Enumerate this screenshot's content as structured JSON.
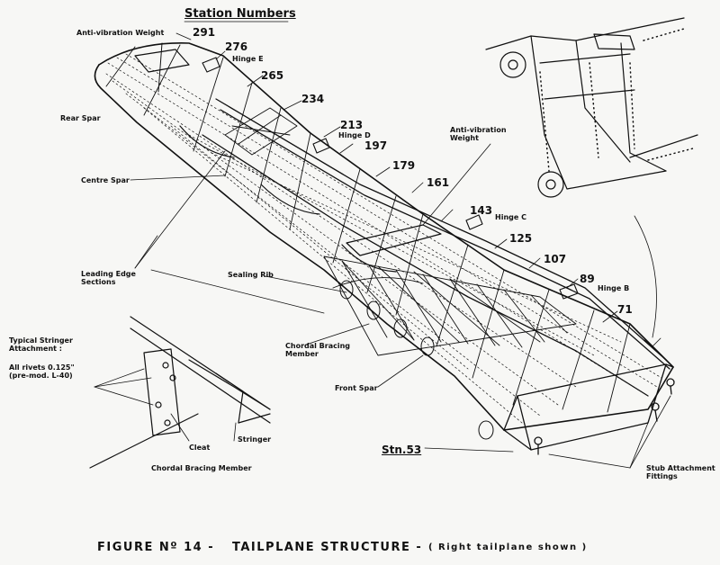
{
  "header": {
    "title": "Station Numbers"
  },
  "stations": [
    "291",
    "276",
    "265",
    "234",
    "213",
    "197",
    "179",
    "161",
    "143",
    "125",
    "107",
    "89",
    "71",
    "Stn.53"
  ],
  "labels": {
    "anti_vibration_weight_top": "Anti-vibration Weight",
    "hinge_e": "Hinge E",
    "hinge_d": "Hinge D",
    "hinge_c": "Hinge C",
    "hinge_b": "Hinge B",
    "rear_spar": "Rear Spar",
    "centre_spar": "Centre Spar",
    "anti_vibration_weight_mid": "Anti-vibration Weight",
    "leading_edge_sections": "Leading Edge Sections",
    "sealing_rib": "Sealing Rib",
    "chordal_bracing_member": "Chordal Bracing Member",
    "front_spar": "Front Spar",
    "stub_attachment_fittings": "Stub Attachment Fittings",
    "typical_stringer_attachment": "Typical Stringer Attachment :",
    "all_rivets": "All rivets 0.125\" (pre-mod. L-40)",
    "cleat": "Cleat",
    "stringer": "Stringer",
    "chordal_bracing_member_inset": "Chordal Bracing Member"
  },
  "caption": {
    "figure": "FIGURE Nº 14 -",
    "title": "TAILPLANE STRUCTURE -",
    "note": "( Right tailplane shown )"
  }
}
